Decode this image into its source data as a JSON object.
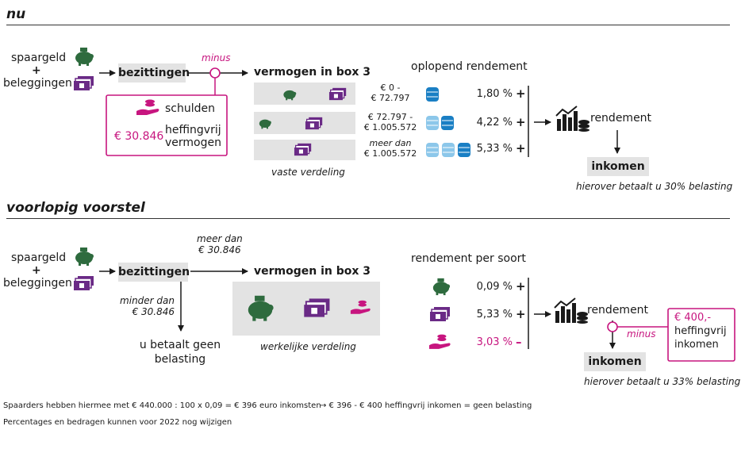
{
  "sections": {
    "now": "nu",
    "proposal": "voorlopig voorstel"
  },
  "now": {
    "spaargeld": "spaargeld",
    "plus": "+",
    "beleggingen": "beleggingen",
    "bezittingen": "bezittingen",
    "minus": "minus",
    "schulden": "schulden",
    "heffingvrij_amount": "€ 30.846",
    "heffingvrij_line1": "heffingvrij",
    "heffingvrij_line2": "vermogen",
    "vermogen_box3": "vermogen in box 3",
    "vaste_verdeling": "vaste verdeling",
    "oplopend_rendement": "oplopend rendement",
    "brackets": [
      {
        "line1": "€ 0 -",
        "line2": "€ 72.797",
        "pct": "1,80 %",
        "op": "+"
      },
      {
        "line1": "€ 72.797 -",
        "line2": "€ 1.005.572",
        "pct": "4,22 %",
        "op": "+"
      },
      {
        "line1": "meer dan",
        "line2": "€ 1.005.572",
        "pct": "5,33 %",
        "op": "+"
      }
    ],
    "rendement": "rendement",
    "inkomen": "inkomen",
    "tax_note": "hierover betaalt u 30% belasting"
  },
  "proposal": {
    "spaargeld": "spaargeld",
    "plus": "+",
    "beleggingen": "beleggingen",
    "bezittingen": "bezittingen",
    "meer_dan_line1": "meer dan",
    "meer_dan_line2": "€ 30.846",
    "minder_dan_line1": "minder dan",
    "minder_dan_line2": "€ 30.846",
    "no_tax_line1": "u betaalt geen",
    "no_tax_line2": "belasting",
    "vermogen_box3": "vermogen in box 3",
    "werkelijke_verdeling": "werkelijke verdeling",
    "rendement_per_soort": "rendement per soort",
    "rates": [
      {
        "pct": "0,09 %",
        "op": "+"
      },
      {
        "pct": "5,33 %",
        "op": "+"
      },
      {
        "pct": "3,03 %",
        "op": "–"
      }
    ],
    "rendement": "rendement",
    "minus": "minus",
    "heffingvrij_amount": "€ 400,-",
    "heffingvrij_line1": "heffingvrij",
    "heffingvrij_line2": "inkomen",
    "inkomen": "inkomen",
    "tax_note": "hierover betaalt u 33% belasting"
  },
  "footer": {
    "line1a": "Spaarders hebben hiermee met € 440.000 : 100 x 0,09 = € 396 euro inkomsten",
    "line1b": "→ € 396 - € 400 heffingvrij inkomen = geen belasting",
    "line2": "Percentages en bedragen kunnen voor 2022 nog wijzigen"
  },
  "colors": {
    "green": "#2e6b3e",
    "purple": "#6a2a86",
    "magenta": "#c7157f",
    "blue": "#1a7fc4",
    "grey_box": "#e3e3e3"
  },
  "icons": [
    "piggy-bank-icon",
    "banknotes-icon",
    "hand-coins-icon",
    "coin-stack-icon",
    "chart-coins-icon"
  ]
}
